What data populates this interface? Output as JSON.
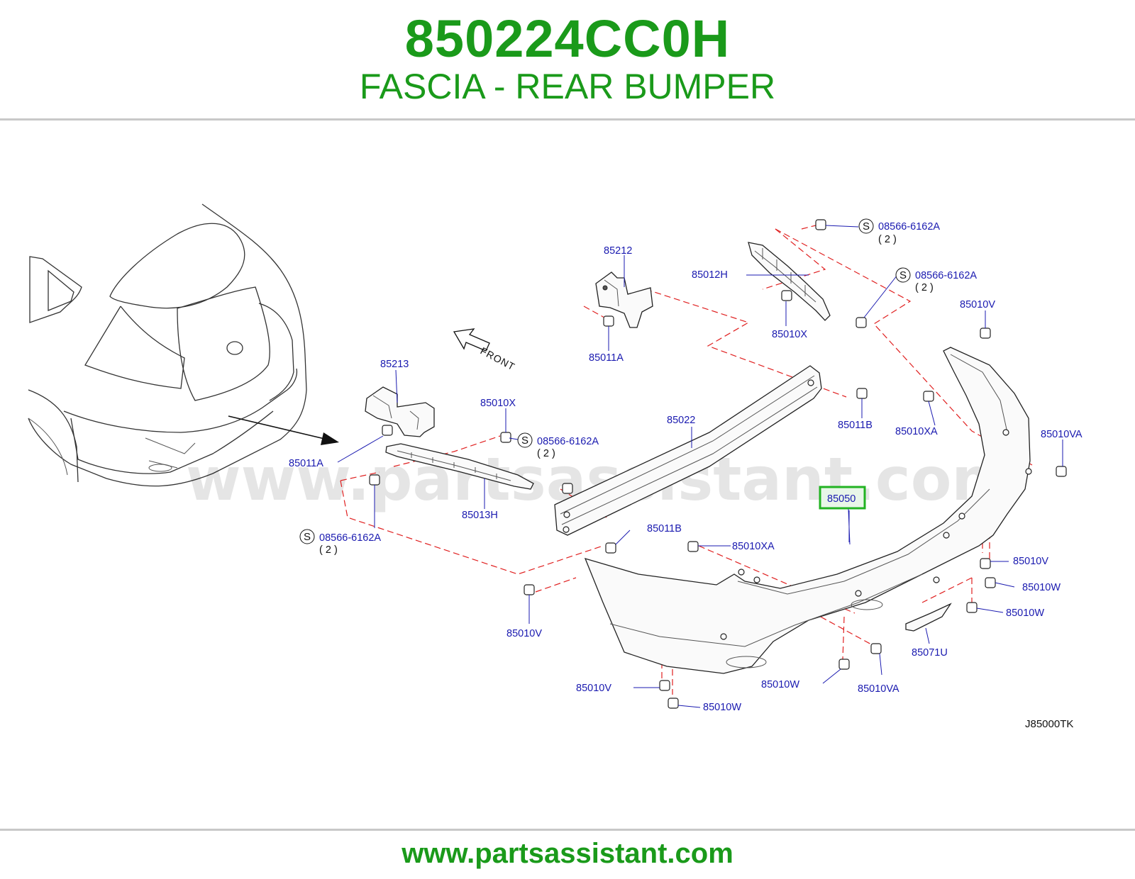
{
  "header": {
    "part_number": "850224CC0H",
    "part_name": "FASCIA - REAR BUMPER"
  },
  "diagram": {
    "watermark": "www.partsassistant.com",
    "front_arrow_label": "FRONT",
    "reference_code": "J85000TK",
    "highlighted_part": "85050",
    "labels": {
      "l85212": "85212",
      "l85012H": "85012H",
      "l08566_top": "08566-6162A",
      "qty_top": "( 2 )",
      "l08566_mid": "08566-6162A",
      "qty_mid": "( 2 )",
      "l85010V_top": "85010V",
      "l85010X_top": "85010X",
      "l85011A_top": "85011A",
      "l85213": "85213",
      "l85010X_left": "85010X",
      "l08566_left": "08566-6162A",
      "qty_left": "( 2 )",
      "l85022": "85022",
      "l85011B_top": "85011B",
      "l85010XA_top": "85010XA",
      "l85010VA_right": "85010VA",
      "l85011A_left": "85011A",
      "l85013H": "85013H",
      "l08566_bottom": "08566-6162A",
      "qty_bottom": "( 2 )",
      "l85011B_bottom": "85011B",
      "l85010XA_bottom": "85010XA",
      "l85010V_right": "85010V",
      "l85010W_r1": "85010W",
      "l85010W_r2": "85010W",
      "l85010V_left": "85010V",
      "l85071U": "85071U",
      "l85010W_mid": "85010W",
      "l85010VA_bottom": "85010VA",
      "l85010V_bottom": "85010V",
      "l85010W_bottom": "85010W",
      "s_mark": "S"
    }
  },
  "footer": {
    "url": "www.partsassistant.com"
  },
  "colors": {
    "brand_green": "#1a9a1a",
    "label_blue": "#1a1ab0",
    "dashed_red": "#e02020",
    "highlight_green": "#22b322"
  }
}
